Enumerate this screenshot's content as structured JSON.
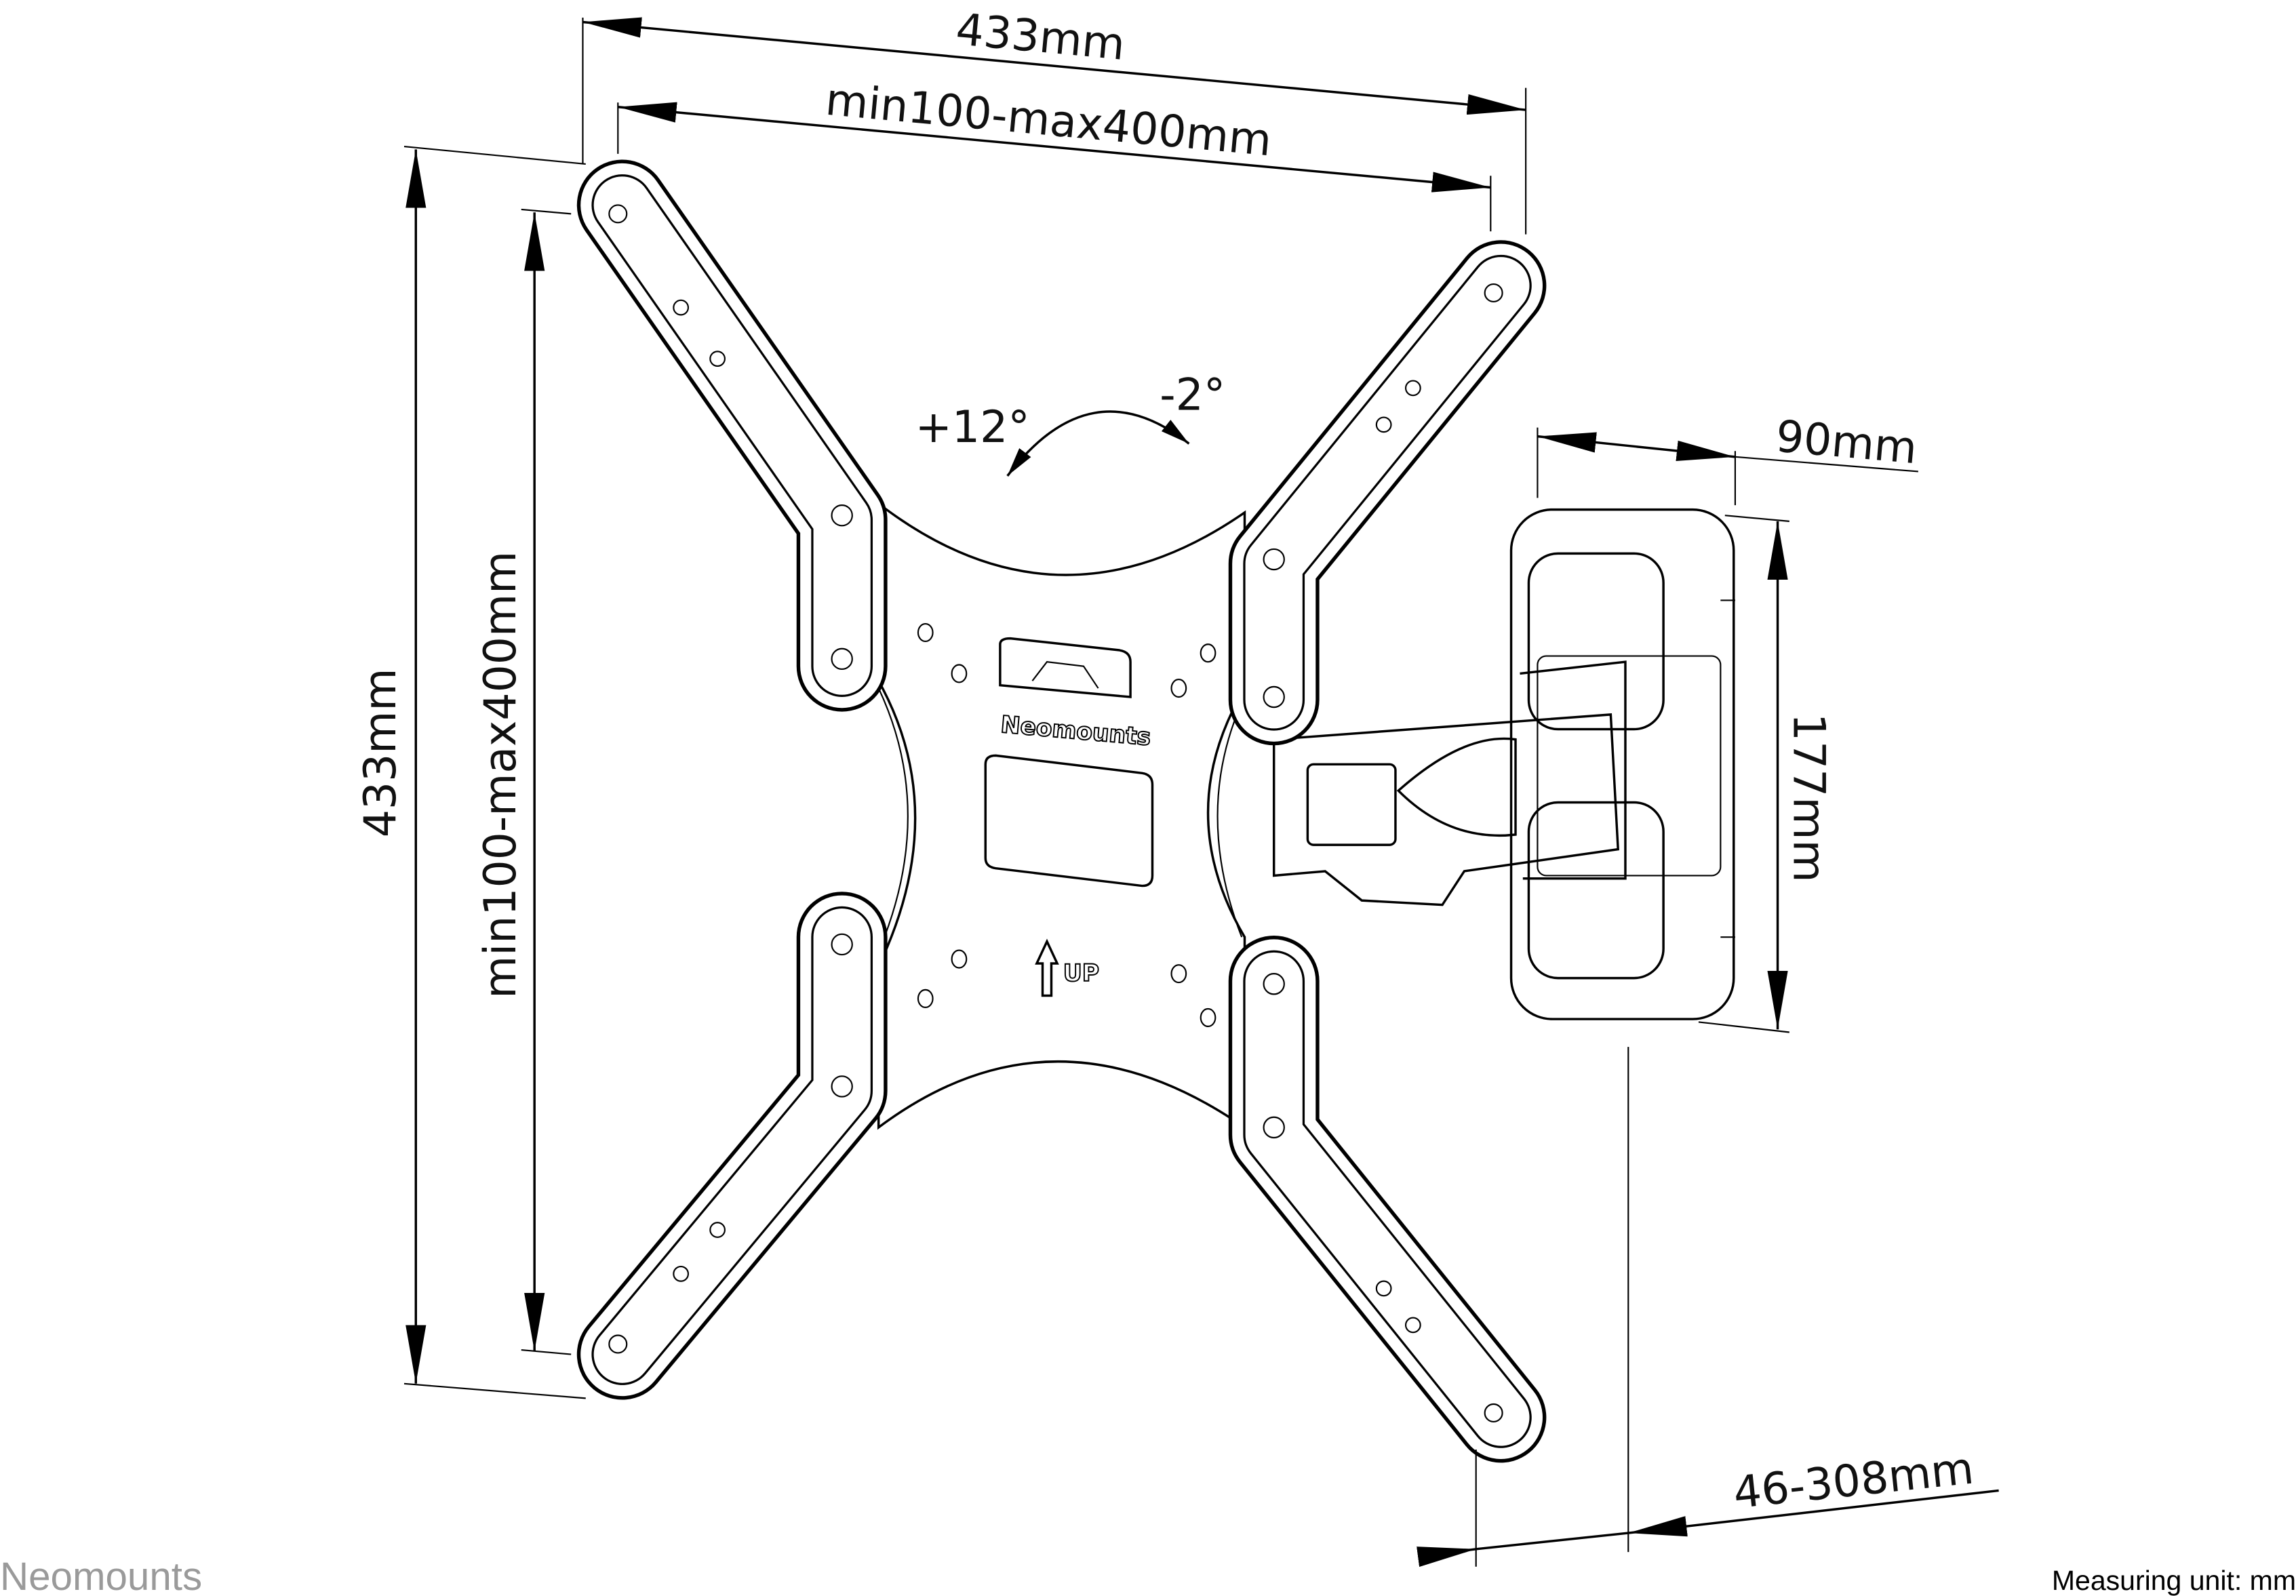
{
  "dimensions": {
    "overall_width": "433mm",
    "vesa_width": "min100-max400mm",
    "overall_height": "433mm",
    "vesa_height": "min100-max400mm",
    "tilt_up": "+12°",
    "tilt_down": "-2°",
    "wall_plate_depth": "90mm",
    "wall_plate_height": "177mm",
    "wall_distance": "46-308mm"
  },
  "plate_labels": {
    "brand": "Neomounts",
    "up": "UP"
  },
  "footer": {
    "brand": "Neomounts",
    "measuring_unit": "Measuring unit: mm"
  },
  "colors": {
    "line": "#000000",
    "brand_gray": "#9a9a9a",
    "background": "#ffffff"
  }
}
